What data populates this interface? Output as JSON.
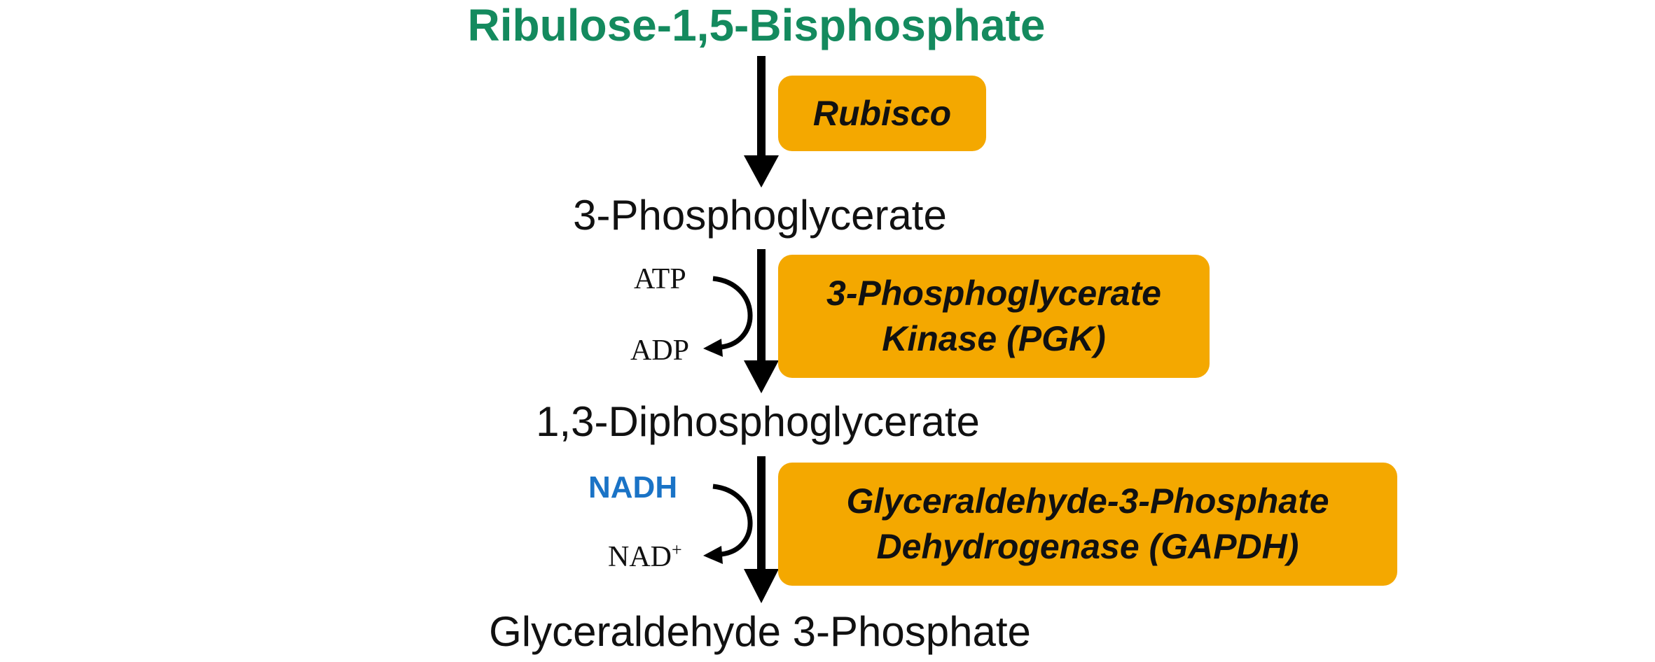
{
  "metabolites": {
    "m1": "Ribulose-1,5-Bisphosphate",
    "m2": "3-Phosphoglycerate",
    "m3": "1,3-Diphosphoglycerate",
    "m4": "Glyceraldehyde 3-Phosphate"
  },
  "enzymes": {
    "e1": {
      "line1": "Rubisco"
    },
    "e2": {
      "line1": "3-Phosphoglycerate",
      "line2": "Kinase (PGK)"
    },
    "e3": {
      "line1": "Glyceraldehyde-3-Phosphate",
      "line2": "Dehydrogenase (GAPDH)"
    }
  },
  "cofactors": {
    "step2_in": "ATP",
    "step2_out": "ADP",
    "step3_in": "NADH",
    "step3_out": "NAD",
    "step3_out_charge": "+"
  },
  "colors": {
    "start_metabolite": "#148a5e",
    "enzyme_fill": "#f4a800",
    "nadh": "#1a73c6",
    "arrow": "#000000"
  }
}
